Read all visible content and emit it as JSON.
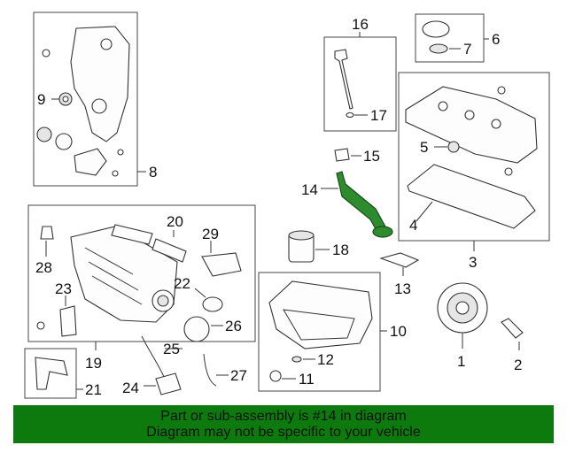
{
  "callouts": {
    "c1": "1",
    "c2": "2",
    "c3": "3",
    "c4": "4",
    "c5": "5",
    "c6": "6",
    "c7": "7",
    "c8": "8",
    "c9": "9",
    "c10": "10",
    "c11": "11",
    "c12": "12",
    "c13": "13",
    "c14": "14",
    "c15": "15",
    "c16": "16",
    "c17": "17",
    "c18": "18",
    "c19": "19",
    "c20": "20",
    "c21": "21",
    "c22": "22",
    "c23": "23",
    "c24": "24",
    "c25": "25",
    "c26": "26",
    "c27": "27",
    "c28": "28",
    "c29": "29"
  },
  "highlight": {
    "part_number": "14",
    "color": "#2e8b2e"
  },
  "footer": {
    "line1": "Part or sub-assembly is #14 in diagram",
    "line2": "Diagram may not be specific to your vehicle",
    "background": "#0d7a0d"
  }
}
